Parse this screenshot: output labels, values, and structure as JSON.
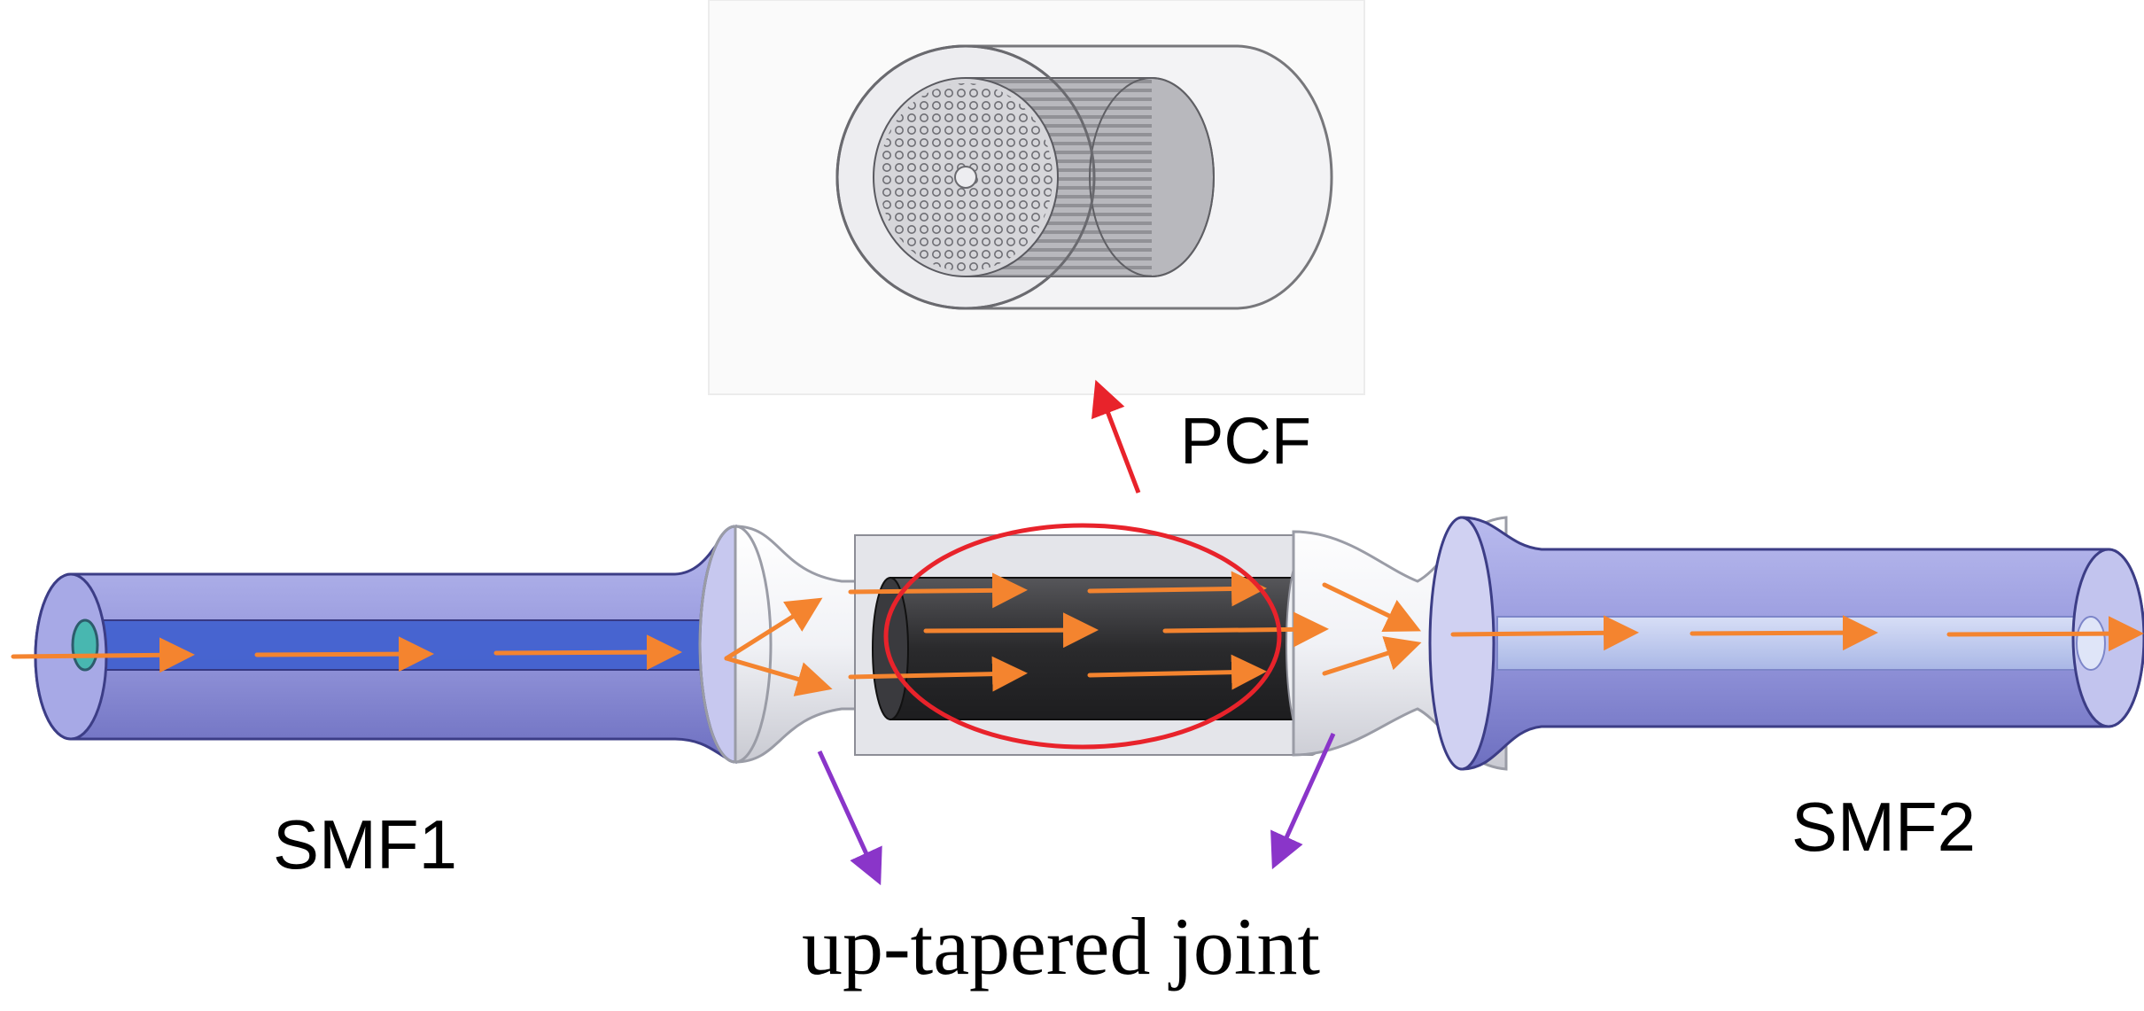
{
  "labels": {
    "pcf": "PCF",
    "smf1": "SMF1",
    "smf2": "SMF2",
    "joint": "up-tapered joint"
  },
  "colors": {
    "fiber_fill": "#8e8fd6",
    "fiber_edge": "#3c3d86",
    "smf1_core": "#3f5fcf",
    "smf2_core": "#b9c6ee",
    "taper": "#eeeff3",
    "taper_edge": "#9a9ca6",
    "pcf_core": "#2b2b2d",
    "light_arrow": "#f4842f",
    "pointer_red": "#e8232b",
    "pointer_purple": "#8a35c9"
  },
  "icons": [
    "pcf-cross-section-icon",
    "smf1-fiber",
    "smf2-fiber",
    "pcf-segment"
  ]
}
